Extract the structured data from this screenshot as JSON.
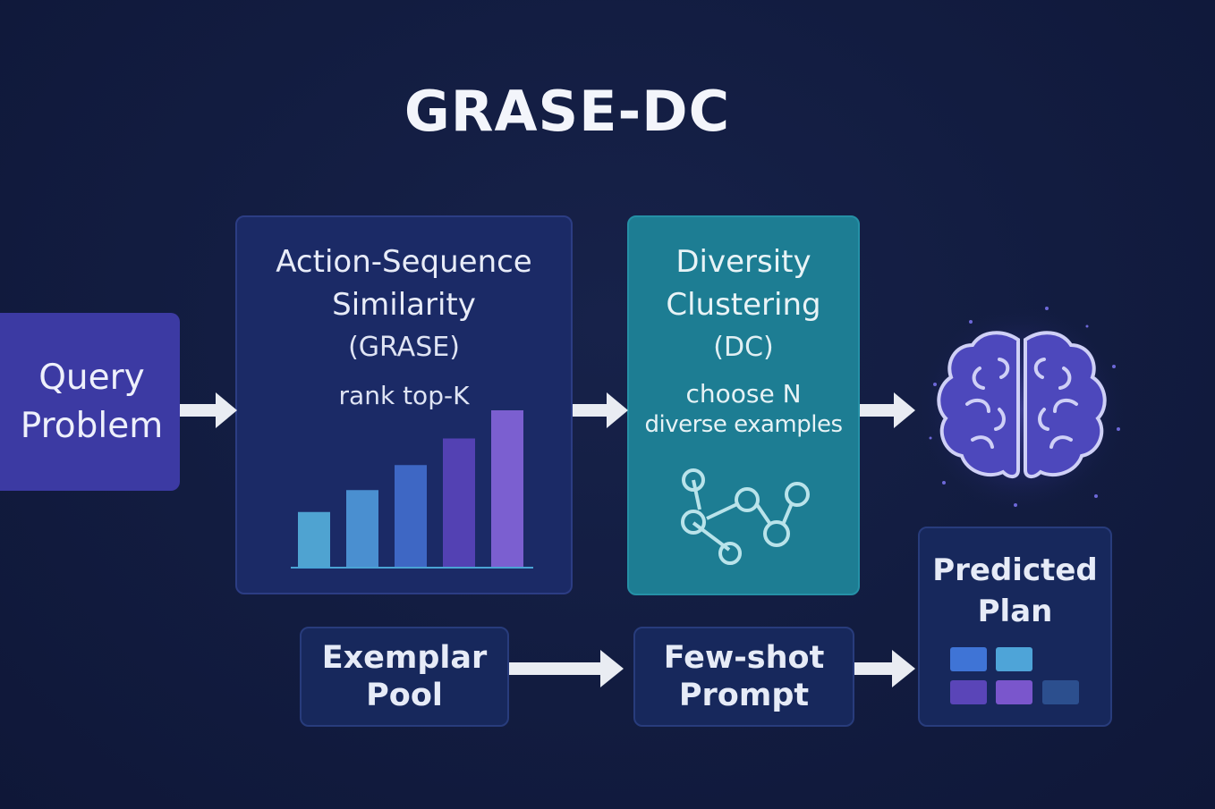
{
  "title": "GRASE-DC",
  "query": {
    "line1": "Query",
    "line2": "Problem"
  },
  "grase": {
    "line1": "Action-Sequence",
    "line2": "Similarity",
    "abbr": "(GRASE)",
    "caption": "rank top-K",
    "bars": [
      0.35,
      0.49,
      0.65,
      0.82,
      1.0
    ]
  },
  "dc": {
    "line1": "Diversity",
    "line2": "Clustering",
    "abbr": "(DC)",
    "caption_line1": "choose N",
    "caption_line2": "diverse examples"
  },
  "exemplar": {
    "line1": "Exemplar",
    "line2": "Pool"
  },
  "fewshot": {
    "line1": "Few-shot",
    "line2": "Prompt"
  },
  "predicted": {
    "line1": "Predicted",
    "line2": "Plan"
  },
  "colors": {
    "background": "#121c40",
    "query_box": "#3c3aa3",
    "grase_box": "#1b2a66",
    "dc_box": "#1d7d93",
    "small_box": "#17285c",
    "bars": [
      "#4fa3d1",
      "#4a8fd0",
      "#3e67c4",
      "#5341b3",
      "#7b5fd0"
    ],
    "plan_blocks": [
      "#3f74d6",
      "#4ea4d8",
      "#5a45b8",
      "#7a56cc",
      "#2c4f8e"
    ],
    "brain": "#5b55cc",
    "arrow": "#e9ecf2"
  },
  "icons": [
    "network-graph-icon",
    "brain-icon",
    "bar-chart-icon",
    "plan-blocks-icon"
  ]
}
